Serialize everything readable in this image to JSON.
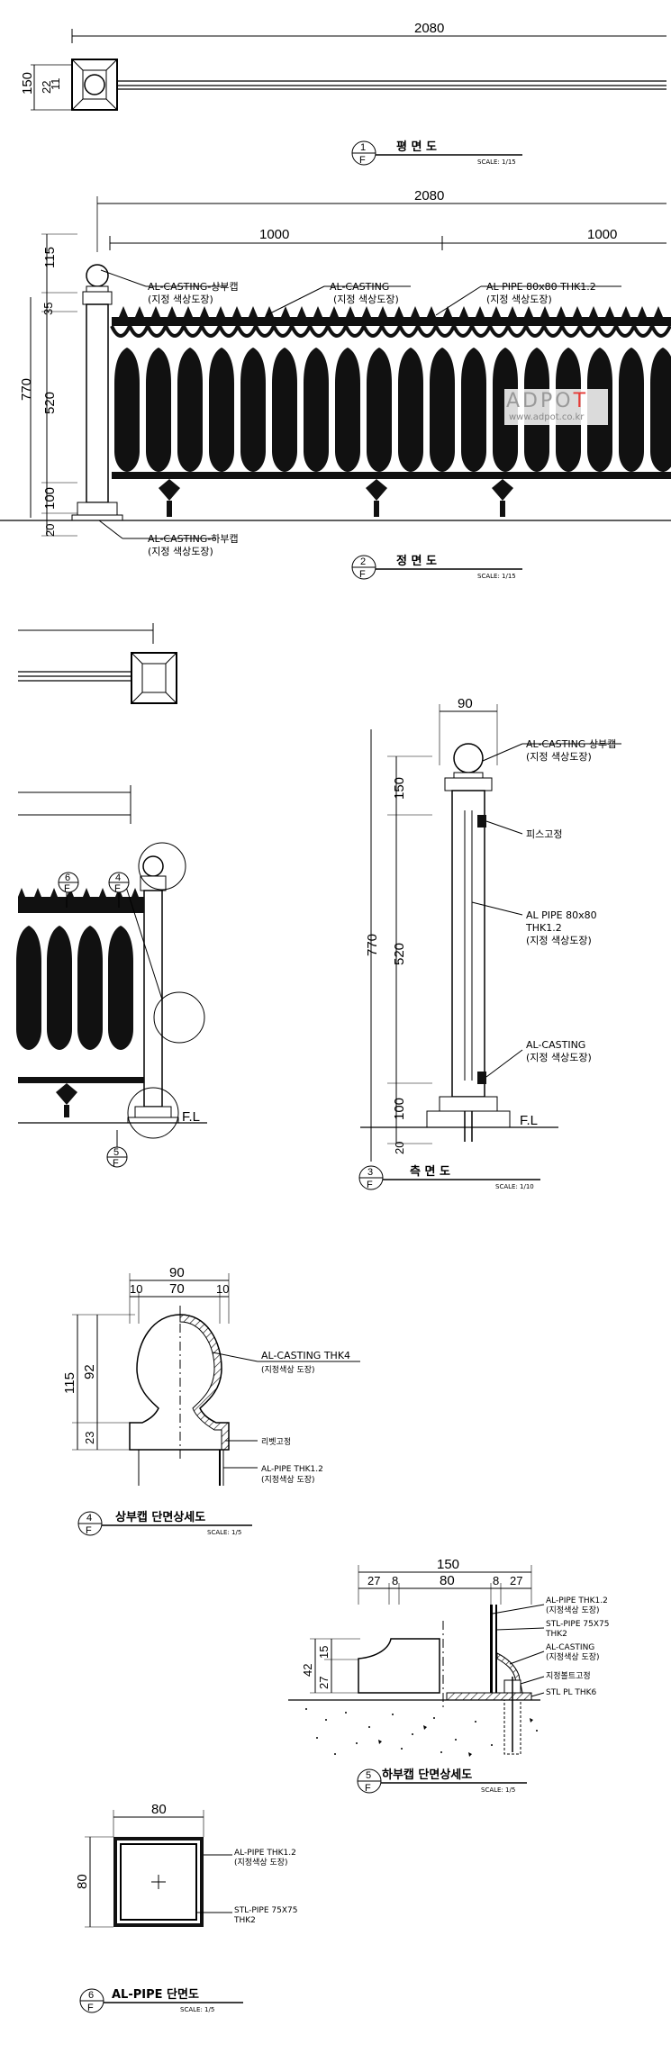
{
  "watermark": {
    "brand_a": "ADPO",
    "brand_b": "T",
    "url": "www.adpot.co.kr",
    "accent": "#e53935"
  },
  "plan": {
    "dims": {
      "top": "2080",
      "v1": "150",
      "v2": "22",
      "v3": "11"
    },
    "title": {
      "num": "1",
      "sheet": "F",
      "name": "평 면 도",
      "scale": "SCALE: 1/15"
    }
  },
  "elevation": {
    "dims": {
      "total": "2080",
      "half1": "1000",
      "half2": "1000",
      "v_top": "115",
      "v_35": "35",
      "v_770": "770",
      "v_520": "520",
      "v_100": "100",
      "v_20": "20"
    },
    "notes": {
      "cap": "AL-CASTING-상부캡",
      "cap_sub": "(지정 색상도장)",
      "casting": "AL-CASTING",
      "casting_sub": "(지정 색상도장)",
      "pipe": "AL PIPE 80x80 THK1.2",
      "pipe_sub": "(지정 색상도장)",
      "base": "AL-CASTING-하부캡",
      "base_sub": "(지정 색상도장)"
    },
    "title": {
      "num": "2",
      "sheet": "F",
      "name": "정 면 도",
      "scale": "SCALE: 1/15"
    }
  },
  "detail_callouts": {
    "c6": "6",
    "c4": "4",
    "c5": "5",
    "sheet": "F",
    "fl": "F.L"
  },
  "side": {
    "dims": {
      "w": "90",
      "v150": "150",
      "v770": "770",
      "v520": "520",
      "v100": "100",
      "v20": "20"
    },
    "notes": {
      "cap": "AL-CASTING 상부캡",
      "cap_sub": "(지정 색상도장)",
      "screw": "피스고정",
      "pipe1": "AL PIPE 80x80",
      "pipe2": "THK1.2",
      "pipe_sub": "(지정 색상도장)",
      "casting": "AL-CASTING",
      "casting_sub": "(지정 색상도장)"
    },
    "fl": "F.L",
    "title": {
      "num": "3",
      "sheet": "F",
      "name": "측 면 도",
      "scale": "SCALE: 1/10"
    }
  },
  "detail4": {
    "dims": {
      "w": "90",
      "a": "10",
      "b": "70",
      "c": "10",
      "h115": "115",
      "h92": "92",
      "h23": "23"
    },
    "notes": {
      "casting": "AL-CASTING THK4",
      "casting_sub": "(지정색상 도장)",
      "rivet": "리벳고정",
      "pipe": "AL-PIPE THK1.2",
      "pipe_sub": "(지정색상 도장)"
    },
    "title": {
      "num": "4",
      "sheet": "F",
      "name": "상부캡 단면상세도",
      "scale": "SCALE: 1/5"
    }
  },
  "detail5": {
    "dims": {
      "w": "150",
      "a": "27",
      "b": "8",
      "c": "80",
      "d": "8",
      "e": "27",
      "h42": "42",
      "h27": "27",
      "h15": "15"
    },
    "notes": {
      "pipe": "AL-PIPE THK1.2",
      "pipe_sub": "(지정색상 도장)",
      "stl1": "STL-PIPE 75X75",
      "stl2": "THK2",
      "casting": "AL-CASTING",
      "casting_sub": "(지정색상 도장)",
      "anchor": "지정볼트고정",
      "plate": "STL PL THK6"
    },
    "title": {
      "num": "5",
      "sheet": "F",
      "name": "하부캡 단면상세도",
      "scale": "SCALE: 1/5"
    }
  },
  "detail6": {
    "dims": {
      "w": "80",
      "h": "80"
    },
    "notes": {
      "pipe": "AL-PIPE THK1.2",
      "pipe_sub": "(지정색상 도장)",
      "stl1": "STL-PIPE 75X75",
      "stl2": "THK2"
    },
    "title": {
      "num": "6",
      "sheet": "F",
      "name": "AL-PIPE 단면도",
      "scale": "SCALE: 1/5"
    }
  }
}
